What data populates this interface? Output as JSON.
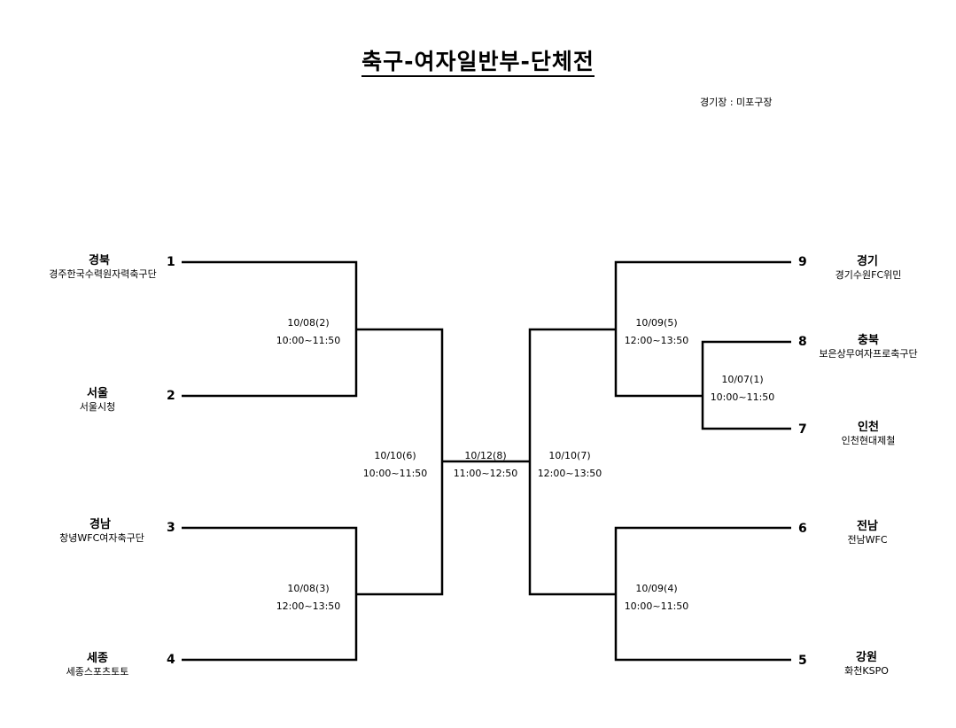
{
  "title": "축구-여자일반부-단체전",
  "venue": "경기장 : 미포구장",
  "entries": [
    {
      "seed": "1",
      "region": "경북",
      "team": "경주한국수력원자력축구단"
    },
    {
      "seed": "2",
      "region": "서울",
      "team": "서울시청"
    },
    {
      "seed": "3",
      "region": "경남",
      "team": "창녕WFC여자축구단"
    },
    {
      "seed": "4",
      "region": "세종",
      "team": "세종스포츠토토"
    },
    {
      "seed": "9",
      "region": "경기",
      "team": "경기수원FC위민"
    },
    {
      "seed": "8",
      "region": "충북",
      "team": "보은상무여자프로축구단"
    },
    {
      "seed": "7",
      "region": "인천",
      "team": "인천현대제철"
    },
    {
      "seed": "6",
      "region": "전남",
      "team": "전남WFC"
    },
    {
      "seed": "5",
      "region": "강원",
      "team": "화천KSPO"
    }
  ],
  "matches": [
    {
      "date": "10/08(2)",
      "time": "10:00~11:50"
    },
    {
      "date": "10/08(3)",
      "time": "12:00~13:50"
    },
    {
      "date": "10/10(6)",
      "time": "10:00~11:50"
    },
    {
      "date": "10/12(8)",
      "time": "11:00~12:50"
    },
    {
      "date": "10/10(7)",
      "time": "12:00~13:50"
    },
    {
      "date": "10/09(5)",
      "time": "12:00~13:50"
    },
    {
      "date": "10/07(1)",
      "time": "10:00~11:50"
    },
    {
      "date": "10/09(4)",
      "time": "10:00~11:50"
    }
  ]
}
